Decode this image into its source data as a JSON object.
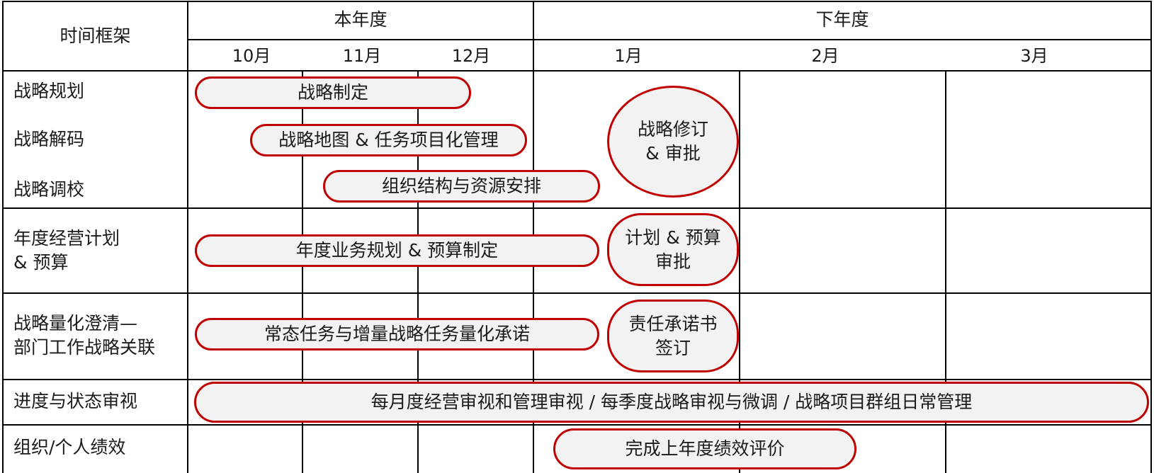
{
  "header": {
    "corner": "时间框架",
    "this_year": "本年度",
    "next_year": "下年度",
    "months": [
      "10月",
      "11月",
      "12月",
      "1月",
      "2月",
      "3月"
    ]
  },
  "rows": [
    {
      "label": "战略规划"
    },
    {
      "label": "战略解码"
    },
    {
      "label": "战略调校"
    },
    {
      "label": "年度经营计划\n& 预算"
    },
    {
      "label": "战略量化澄清—\n部门工作战略关联"
    },
    {
      "label": "进度与状态审视"
    },
    {
      "label": "组织/个人绩效"
    }
  ],
  "tasks": {
    "strategy_formulation": "战略制定",
    "strategy_map": "战略地图 & 任务项目化管理",
    "org_resources": "组织结构与资源安排",
    "strategy_revision": "战略修订\n& 审批",
    "annual_plan": "年度业务规划 & 预算制定",
    "plan_approval": "计划 & 预算\n审批",
    "commitment": "常态任务与增量战略任务量化承诺",
    "responsibility": "责任承诺书\n签订",
    "review": "每月度经营审视和管理审视 / 每季度战略审视与微调 / 战略项目群组日常管理",
    "performance": "完成上年度绩效评价"
  },
  "colors": {
    "pill_border": "#c00000",
    "pill_fill": "#f2f2f2",
    "grid": "#000000"
  }
}
